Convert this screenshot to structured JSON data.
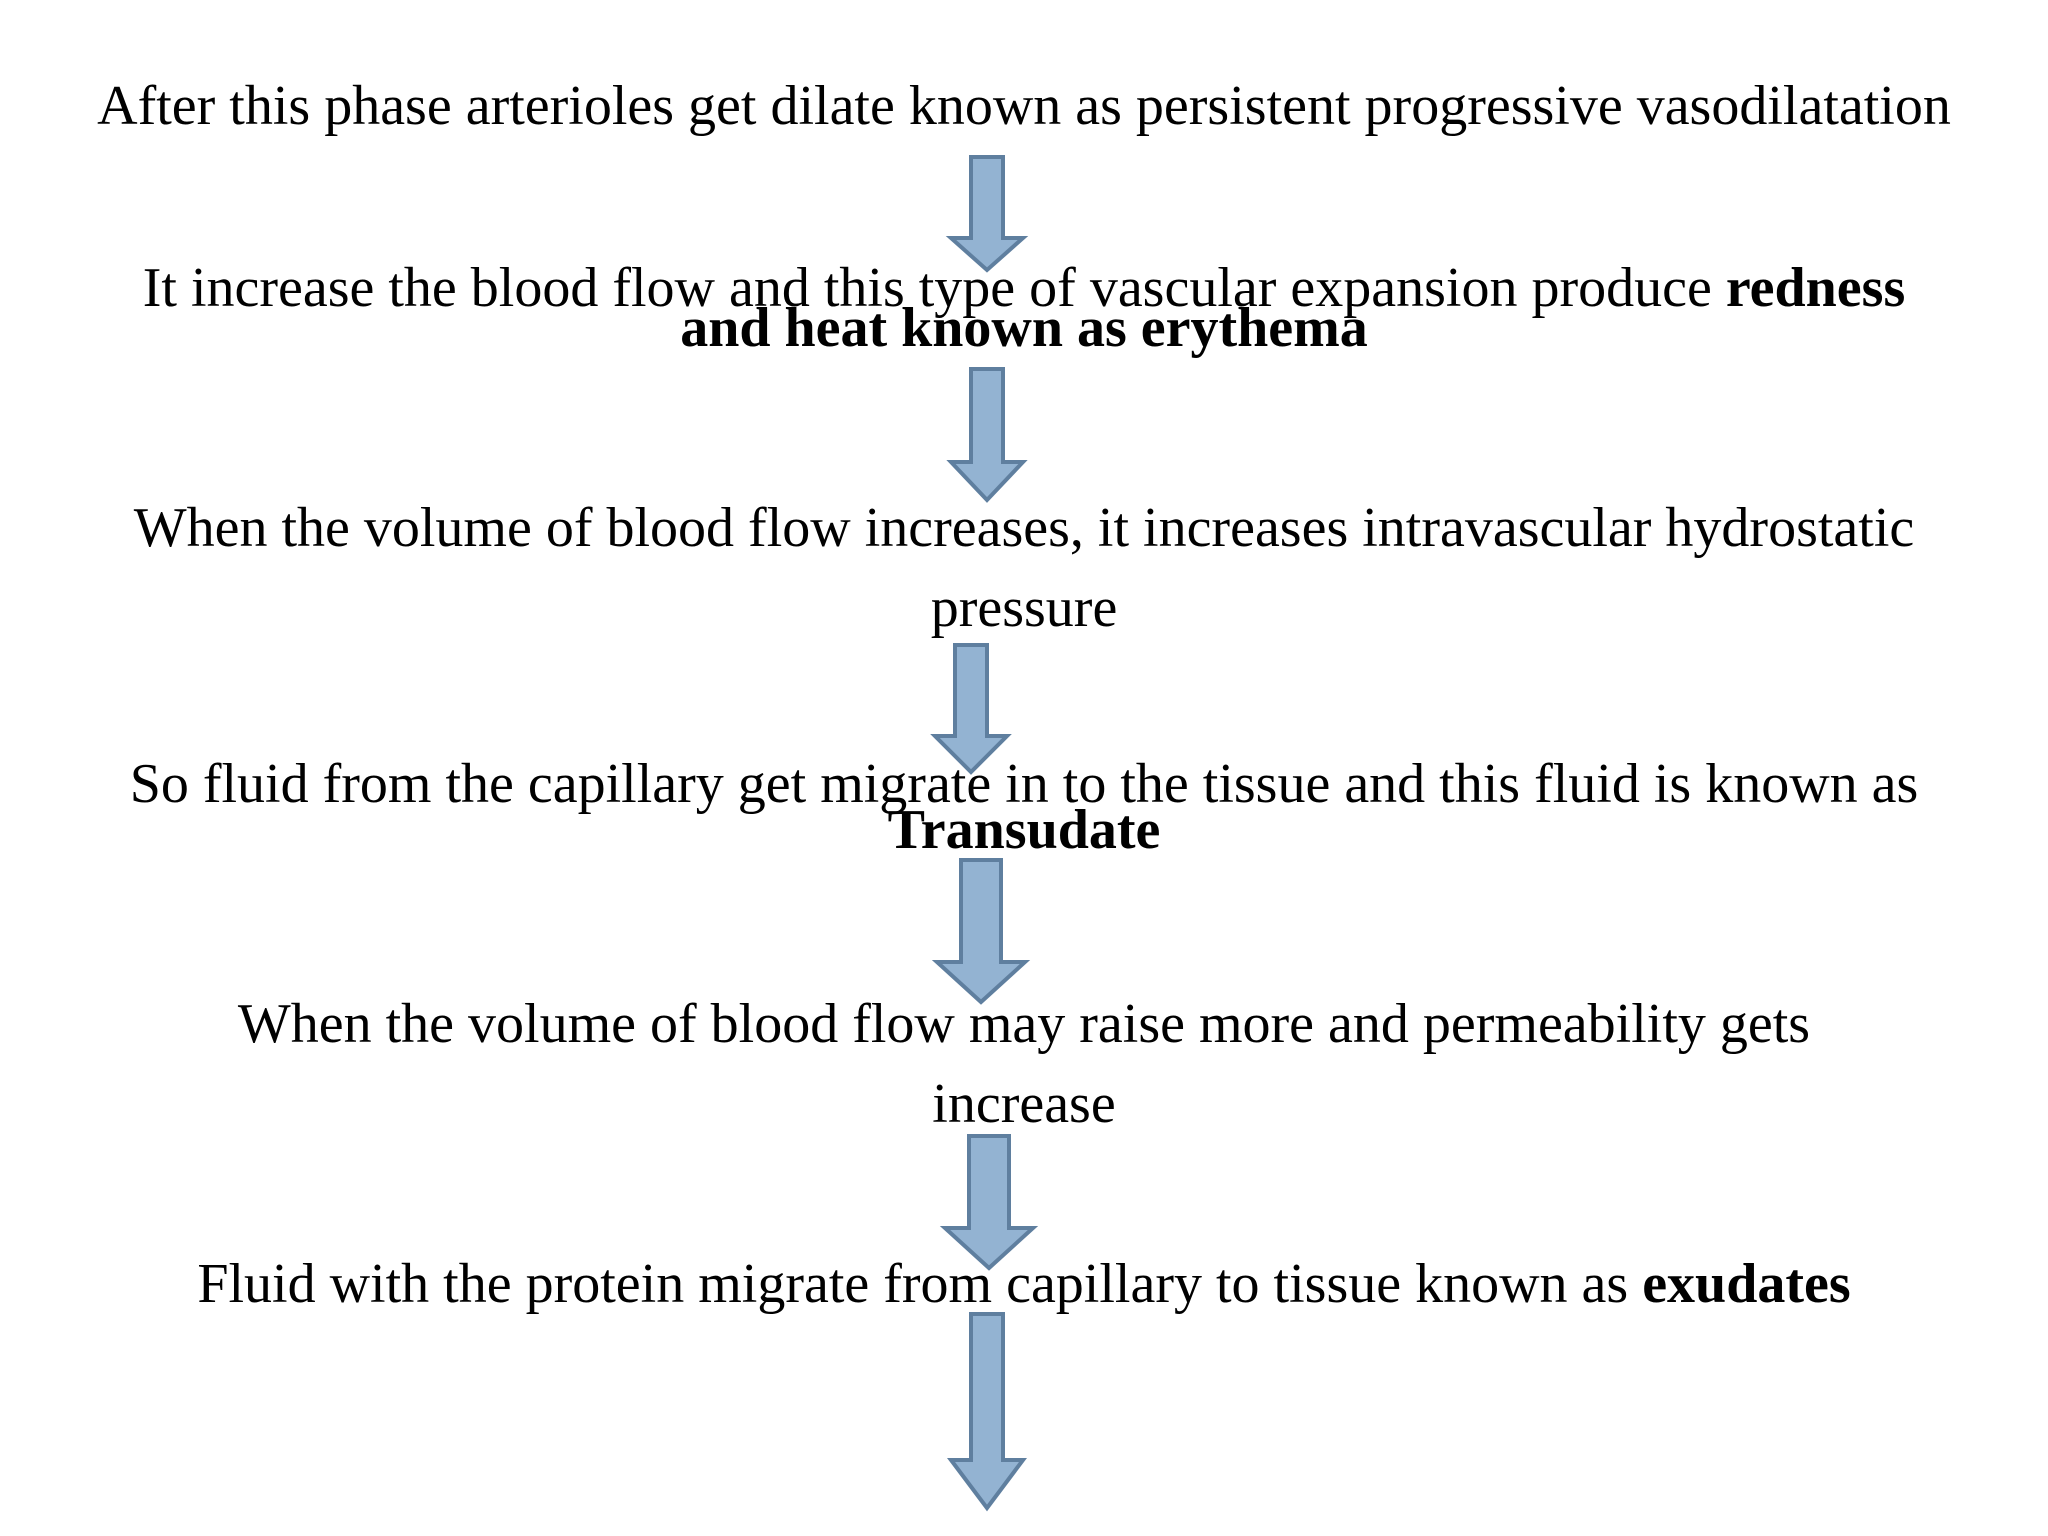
{
  "diagram": {
    "steps": [
      {
        "id": "step-1",
        "lines": [
          [
            {
              "text": "After this phase arterioles get dilate known as persistent progressive vasodilatation",
              "bold": false
            }
          ]
        ]
      },
      {
        "id": "step-2",
        "lines": [
          [
            {
              "text": "It increase the blood flow and this type of vascular expansion produce ",
              "bold": false
            },
            {
              "text": "redness",
              "bold": true
            }
          ],
          [
            {
              "text": "and heat  known as erythema",
              "bold": true
            }
          ]
        ]
      },
      {
        "id": "step-3",
        "lines": [
          [
            {
              "text": "When the volume of blood flow increases, it increases intravascular hydrostatic",
              "bold": false
            }
          ],
          [
            {
              "text": "pressure",
              "bold": false
            }
          ]
        ]
      },
      {
        "id": "step-4",
        "lines": [
          [
            {
              "text": "So fluid from the capillary get migrate in to the tissue and this fluid is known as",
              "bold": false
            }
          ],
          [
            {
              "text": "Transudate",
              "bold": true
            }
          ]
        ]
      },
      {
        "id": "step-5",
        "lines": [
          [
            {
              "text": "When the volume of blood flow may raise more and permeability gets",
              "bold": false
            }
          ],
          [
            {
              "text": "increase",
              "bold": false
            }
          ]
        ]
      },
      {
        "id": "step-6",
        "lines": [
          [
            {
              "text": "Fluid with the protein migrate from capillary to tissue known as ",
              "bold": false
            },
            {
              "text": "exudates",
              "bold": true
            }
          ]
        ]
      }
    ],
    "arrow_count": 6,
    "colors": {
      "arrow_fill": "#93b3d2",
      "arrow_stroke": "#5f7f9f",
      "text": "#000000",
      "background": "#ffffff"
    }
  }
}
